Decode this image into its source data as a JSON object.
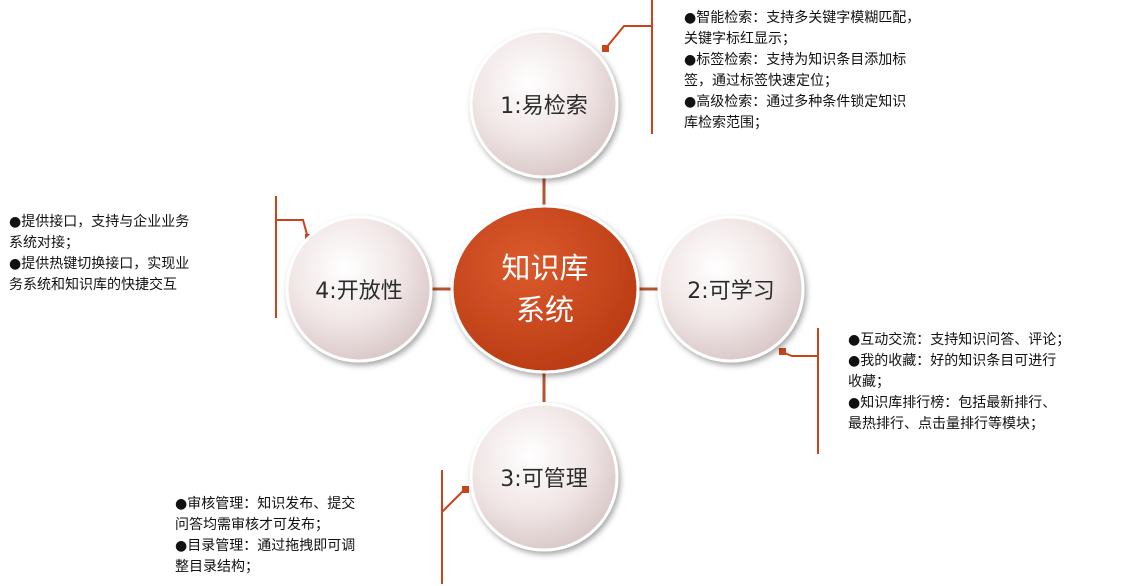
{
  "diagram": {
    "center": {
      "line1": "知识库",
      "line2": "系统"
    },
    "nodes": {
      "search": {
        "label": "1:易检索"
      },
      "learn": {
        "label": "2:可学习"
      },
      "manage": {
        "label": "3:可管理"
      },
      "open": {
        "label": "4:开放性"
      }
    },
    "notes": {
      "search": [
        "●智能检索：支持多关键字模糊匹配，",
        "关键字标红显示；",
        "●标签检索：支持为知识条目添加标",
        "签，通过标签快速定位；",
        "●高级检索：通过多种条件锁定知识",
        "库检索范围；"
      ],
      "learn": [
        "●互动交流：支持知识问答、评论；",
        "●我的收藏：好的知识条目可进行",
        "收藏；",
        "●知识库排行榜：包括最新排行、",
        "最热排行、点击量排行等模块；"
      ],
      "manage": [
        "●审核管理：知识发布、提交",
        "问答均需审核才可发布；",
        "●目录管理：通过拖拽即可调",
        "整目录结构；"
      ],
      "open": [
        "●提供接口，支持与企业业务",
        "系统对接；",
        "●提供热键切换接口，实现业",
        "务系统和知识库的快捷交互"
      ]
    },
    "colors": {
      "center_fill": "#c9431b",
      "node_fill": "#eddfdf",
      "node_stroke": "#ffffff",
      "connector": "#c9431b"
    }
  }
}
